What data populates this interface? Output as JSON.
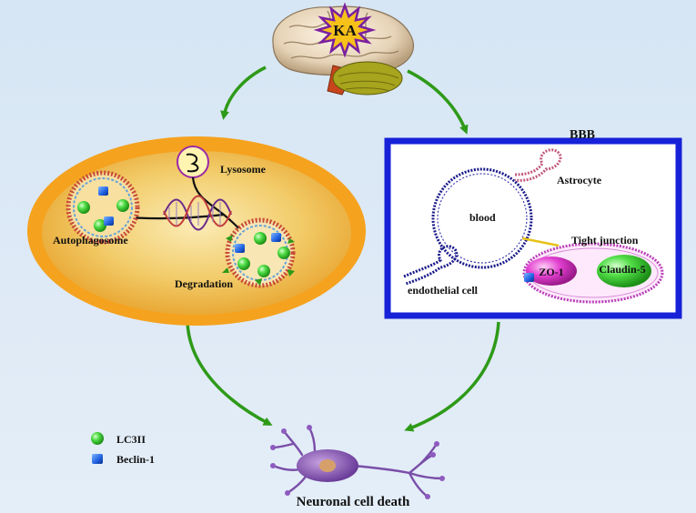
{
  "trigger": {
    "label": "KA"
  },
  "autophagy": {
    "lysosome": "Lysosome",
    "autophagosome": "Autophagosome",
    "degradation": "Degradation"
  },
  "bbb": {
    "title": "BBB",
    "astrocyte": "Astrocyte",
    "blood": "blood",
    "tight_junction": "Tight junction",
    "zo1": "ZO-1",
    "claudin": "Claudin-5",
    "endothelial": "endothelial cell"
  },
  "legend": {
    "items": [
      {
        "label": "LC3II",
        "color": "#3fd13a",
        "shape": "sphere"
      },
      {
        "label": "Beclin-1",
        "color": "#1a5bd6",
        "shape": "cube"
      }
    ]
  },
  "outcome": {
    "label": "Neuronal cell death"
  },
  "colors": {
    "arrow": "#2e9a18",
    "cell_outer": "#f5a21f",
    "cell_inner": "#f3d07a",
    "bbb_border": "#1621d8",
    "star": "#f6c21a",
    "star_outline": "#7a1fa0"
  }
}
